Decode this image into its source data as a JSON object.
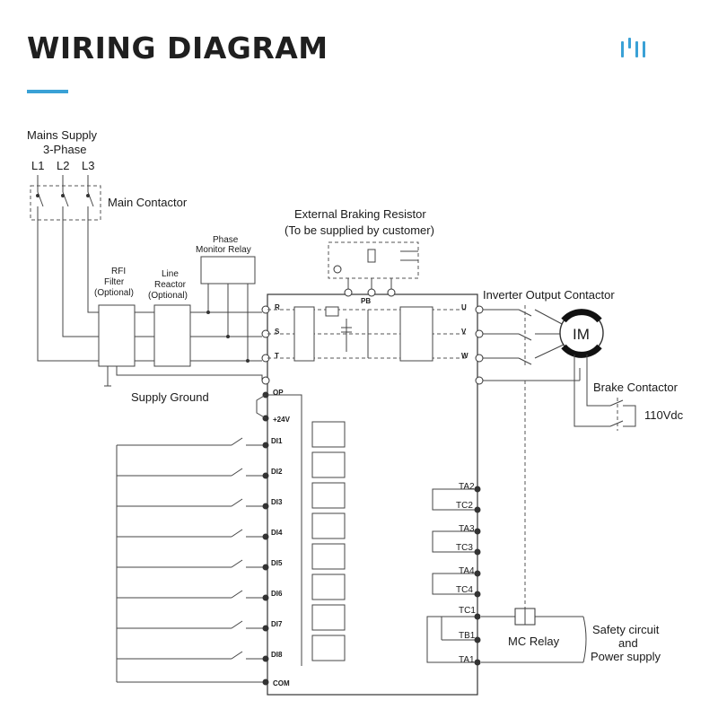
{
  "title": "WIRING DIAGRAM",
  "colors": {
    "accent": "#3aa1d6",
    "line": "#444444"
  },
  "icons": {
    "brand_logo": "vertical-bars-logo"
  },
  "labels": {
    "mains_supply": "Mains Supply",
    "three_phase": "3-Phase",
    "l1": "L1",
    "l2": "L2",
    "l3": "L3",
    "main_contactor": "Main Contactor",
    "external_braking_resistor": "External Braking Resistor",
    "customer_supplied": "(To be supplied by customer)",
    "phase_monitor_relay_line1": "Phase",
    "phase_monitor_relay_line2": "Monitor Relay",
    "rfi_filter_line1": "RFI",
    "rfi_filter_line2": "Filter",
    "rfi_filter_line3": "(Optional)",
    "line_reactor_line1": "Line",
    "line_reactor_line2": "Reactor",
    "line_reactor_line3": "(Optional)",
    "inverter_output_contactor": "Inverter Output Contactor",
    "motor": "IM",
    "supply_ground": "Supply Ground",
    "brake_contactor": "Brake Contactor",
    "brake_voltage": "110Vdc",
    "mc_relay": "MC Relay",
    "safety_line1": "Safety circuit",
    "safety_line2": "and",
    "safety_line3": "Power supply"
  },
  "terminals": {
    "input": [
      "R",
      "S",
      "T"
    ],
    "output": [
      "U",
      "V",
      "W"
    ],
    "brake": [
      "PB"
    ],
    "op": "OP",
    "plus24": "+24V",
    "digital_inputs": [
      "DI1",
      "DI2",
      "DI3",
      "DI4",
      "DI5",
      "DI6",
      "DI7",
      "DI8"
    ],
    "com": "COM",
    "relays": [
      "TA2",
      "TC2",
      "TA3",
      "TC3",
      "TA4",
      "TC4",
      "TC1",
      "TB1",
      "TA1"
    ]
  }
}
